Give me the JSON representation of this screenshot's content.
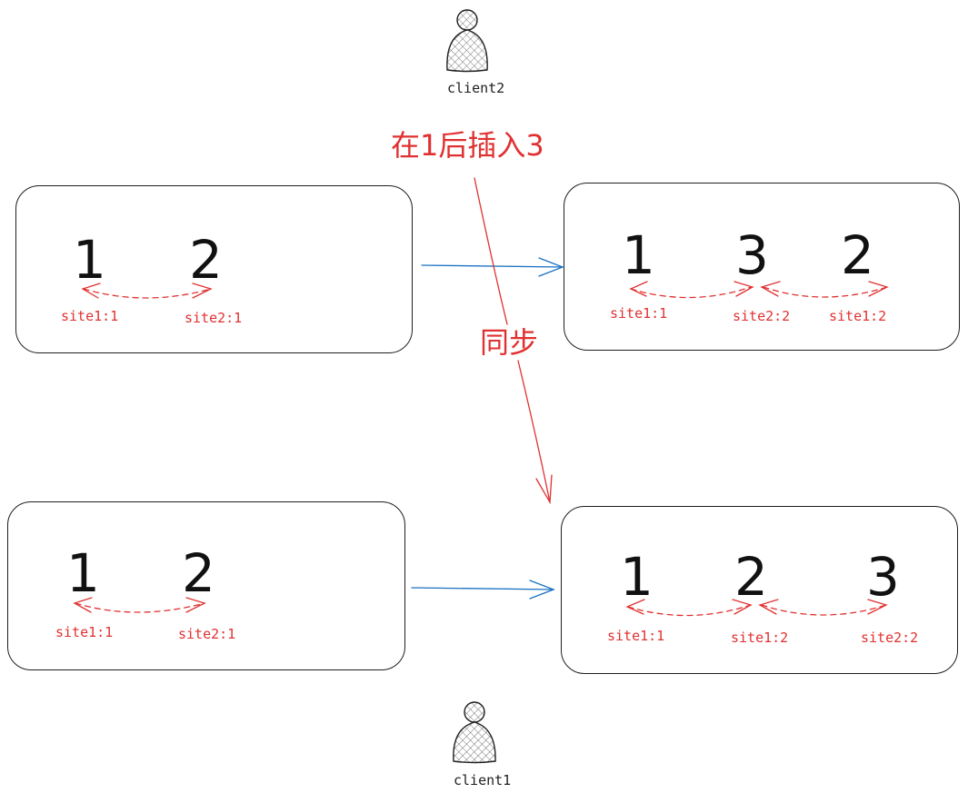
{
  "clients": {
    "top": {
      "label": "client2"
    },
    "bottom": {
      "label": "client1"
    }
  },
  "annotations": {
    "insert": "在1后插入3",
    "sync": "同步"
  },
  "boxes": {
    "top_left": {
      "digits": [
        "1",
        "2"
      ],
      "sites": [
        "site1:1",
        "site2:1"
      ]
    },
    "top_right": {
      "digits": [
        "1",
        "3",
        "2"
      ],
      "sites": [
        "site1:1",
        "site2:2",
        "site1:2"
      ]
    },
    "bottom_left": {
      "digits": [
        "1",
        "2"
      ],
      "sites": [
        "site1:1",
        "site2:1"
      ]
    },
    "bottom_right": {
      "digits": [
        "1",
        "2",
        "3"
      ],
      "sites": [
        "site1:1",
        "site1:2",
        "site2:2"
      ]
    }
  },
  "colors": {
    "outline": "#1e1e1e",
    "red": "#e03131",
    "blue": "#1971c2"
  }
}
